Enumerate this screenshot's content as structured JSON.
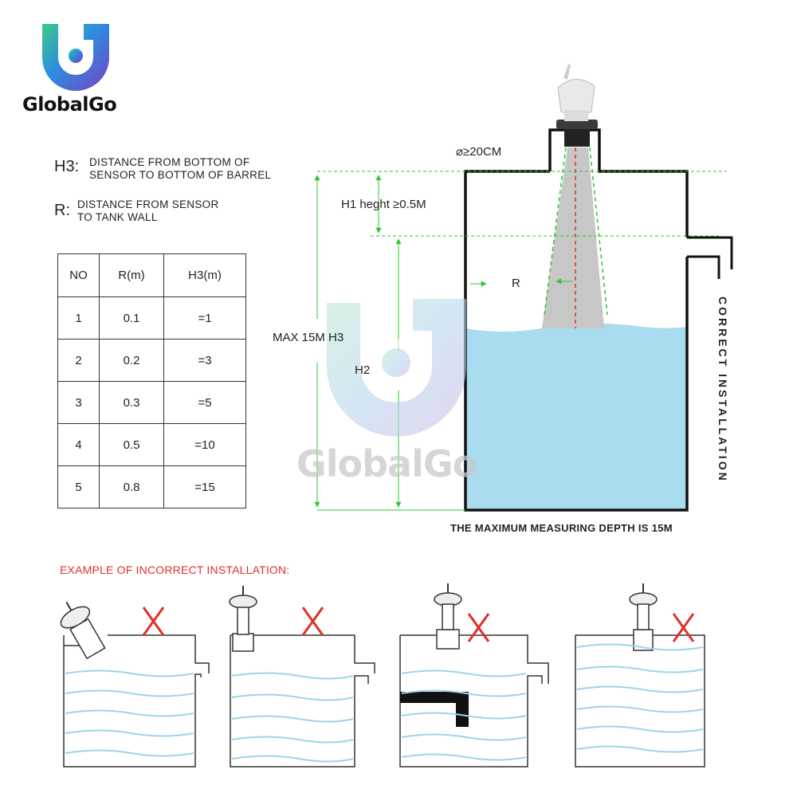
{
  "brand": {
    "name": "GlobalGo",
    "watermark_text": "GlobalGo",
    "colors": {
      "accent_purple": "#7b3fc4",
      "accent_blue": "#2c8de0",
      "accent_green": "#3cc98a"
    }
  },
  "definitions": [
    {
      "label": "H3:",
      "line1": "DISTANCE FROM BOTTOM OF",
      "line2": "SENSOR TO BOTTOM OF BARREL"
    },
    {
      "label": "R:",
      "line1": "DISTANCE FROM SENSOR",
      "line2": "TO TANK WALL"
    }
  ],
  "table": {
    "headers": [
      "NO",
      "R(m)",
      "H3(m)"
    ],
    "rows": [
      [
        "1",
        "0.1",
        "=1"
      ],
      [
        "2",
        "0.2",
        "=3"
      ],
      [
        "3",
        "0.3",
        "=5"
      ],
      [
        "4",
        "0.5",
        "=10"
      ],
      [
        "5",
        "0.8",
        "=15"
      ]
    ]
  },
  "diagram": {
    "diameter_label": "⌀≥20CM",
    "h1_label": "H1 heght ≥0.5M",
    "max_label": "MAX 15M H3",
    "h2_label": "H2",
    "r_label": "R",
    "correct_label": "CORRECT INSTALLATION",
    "depth_note": "THE MAXIMUM MEASURING DEPTH IS 15M",
    "colors": {
      "water": "#a9dcef",
      "guide": "#2ec82e",
      "beam": "#c7c7c7",
      "wall": "#111111",
      "mark": "#e0302a"
    }
  },
  "incorrect": {
    "title": "EXAMPLE OF INCORRECT INSTALLATION:",
    "examples": [
      {
        "id": "tilted-sensor"
      },
      {
        "id": "raised-nozzle"
      },
      {
        "id": "obstruction-in-tank"
      },
      {
        "id": "sensor-too-low"
      }
    ]
  }
}
